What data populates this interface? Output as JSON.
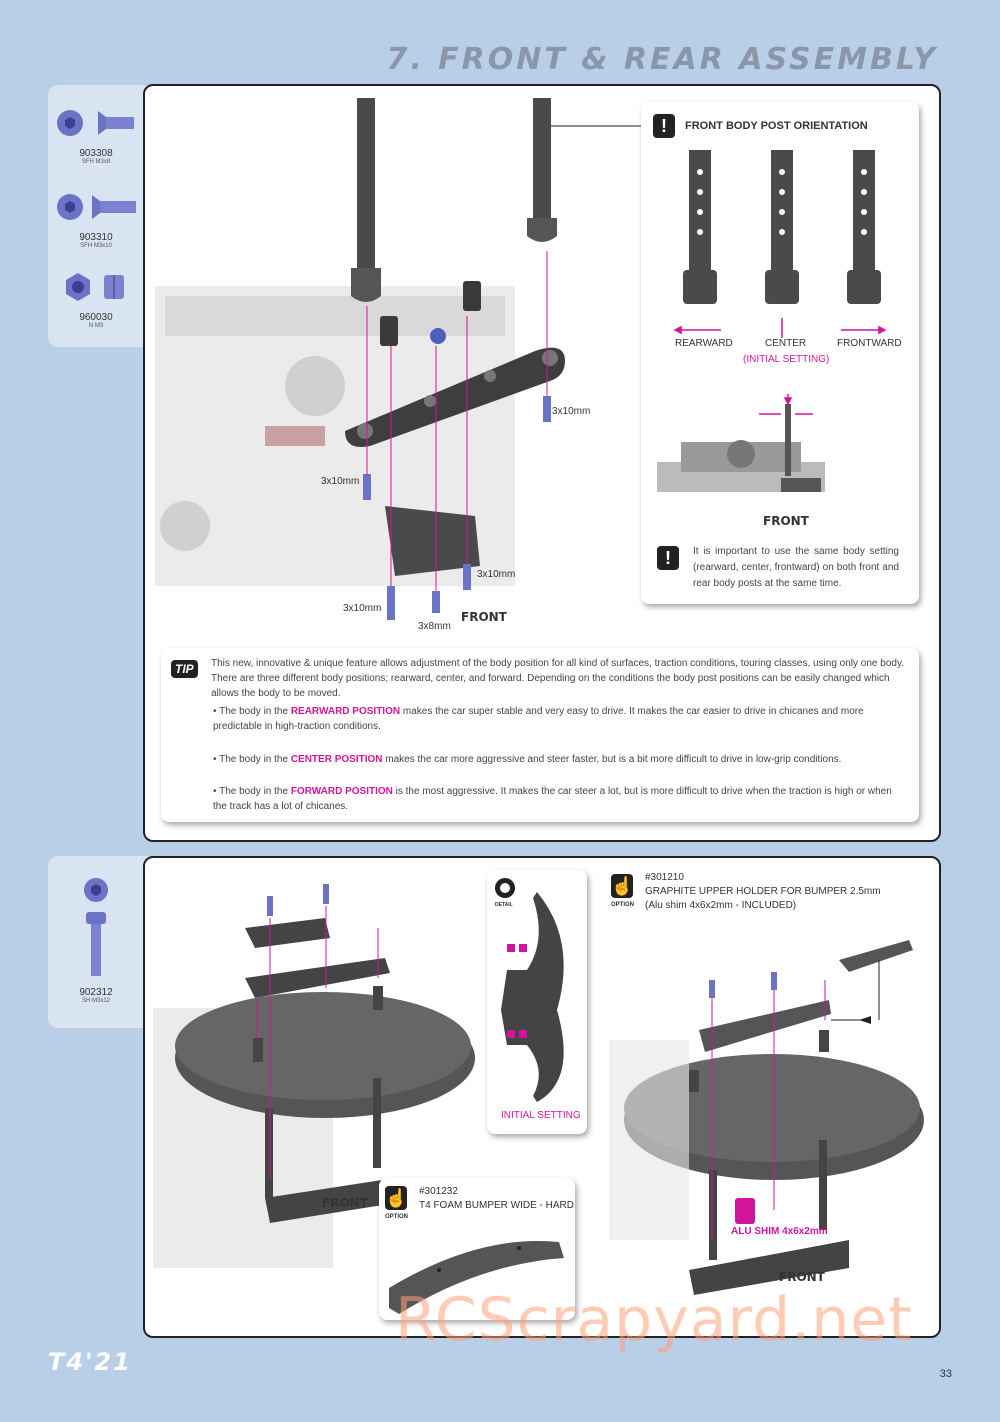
{
  "header": {
    "title": "7. FRONT & REAR ASSEMBLY"
  },
  "parts_top": [
    {
      "code": "903308",
      "desc": "SFH M3x8"
    },
    {
      "code": "903310",
      "desc": "SFH M3x10"
    },
    {
      "code": "960030",
      "desc": "N M3"
    }
  ],
  "parts_bottom": [
    {
      "code": "902312",
      "desc": "SH M3x12"
    }
  ],
  "top_panel": {
    "screws": {
      "s1": "3x10mm",
      "s2": "3x10mm",
      "s3": "3x10mm",
      "s4": "3x10mm",
      "s5": "3x8mm"
    },
    "front_label": "FRONT",
    "orientation": {
      "front_word": "FRONT",
      "title": "BODY POST ORIENTATION",
      "rearward": "REARWARD",
      "center": "CENTER",
      "initial": "(INITIAL SETTING)",
      "frontward": "FRONTWARD",
      "front_label": "FRONT",
      "note": "It is important to use the same body setting (rearward, center, frontward) on both front and rear body posts at the same time."
    },
    "tip": {
      "badge": "TIP",
      "intro": "This new, innovative & unique feature allows adjustment of the body position for all kind of surfaces, traction conditions, touring classes, using only one body. There are three different body positions; rearward, center, and forward. Depending on the conditions the body post positions can be easily changed which allows the body to be moved.",
      "b1_pre": "• The body in the ",
      "b1_key": "REARWARD POSITION",
      "b1_post": " makes the car super stable and very easy to drive. It makes the car easier to drive in chicanes and more predictable in high-traction conditions.",
      "b2_pre": "• The body in the ",
      "b2_key": "CENTER POSITION",
      "b2_post": " makes the car more aggressive and steer faster, but is a bit more difficult to drive in low-grip conditions.",
      "b3_pre": "• The body in the ",
      "b3_key": "FORWARD POSITION",
      "b3_post": " is the most aggressive. It makes the car steer a lot, but is more difficult to drive when the traction is high or when the track has a lot of chicanes."
    }
  },
  "bottom_panel": {
    "front_label": "FRONT",
    "detail": {
      "badge": "DETAIL",
      "caption": "INITIAL SETTING"
    },
    "option1": {
      "badge": "OPTION",
      "code": "#301232",
      "name": "T4 FOAM BUMPER WIDE - HARD"
    },
    "option2": {
      "badge": "OPTION",
      "code": "#301210",
      "name": "GRAPHITE UPPER HOLDER FOR BUMPER 2.5mm",
      "note": "(Alu shim 4x6x2mm - INCLUDED)"
    },
    "alu_shim": "ALU SHIM 4x6x2mm",
    "front_label2": "FRONT"
  },
  "footer": {
    "logo": "T4'21",
    "page": "33",
    "watermark": "RCScrapyard.net"
  },
  "colors": {
    "accent": "#d1159a",
    "background": "#b9cfe8",
    "screw": "#6b73c7"
  }
}
